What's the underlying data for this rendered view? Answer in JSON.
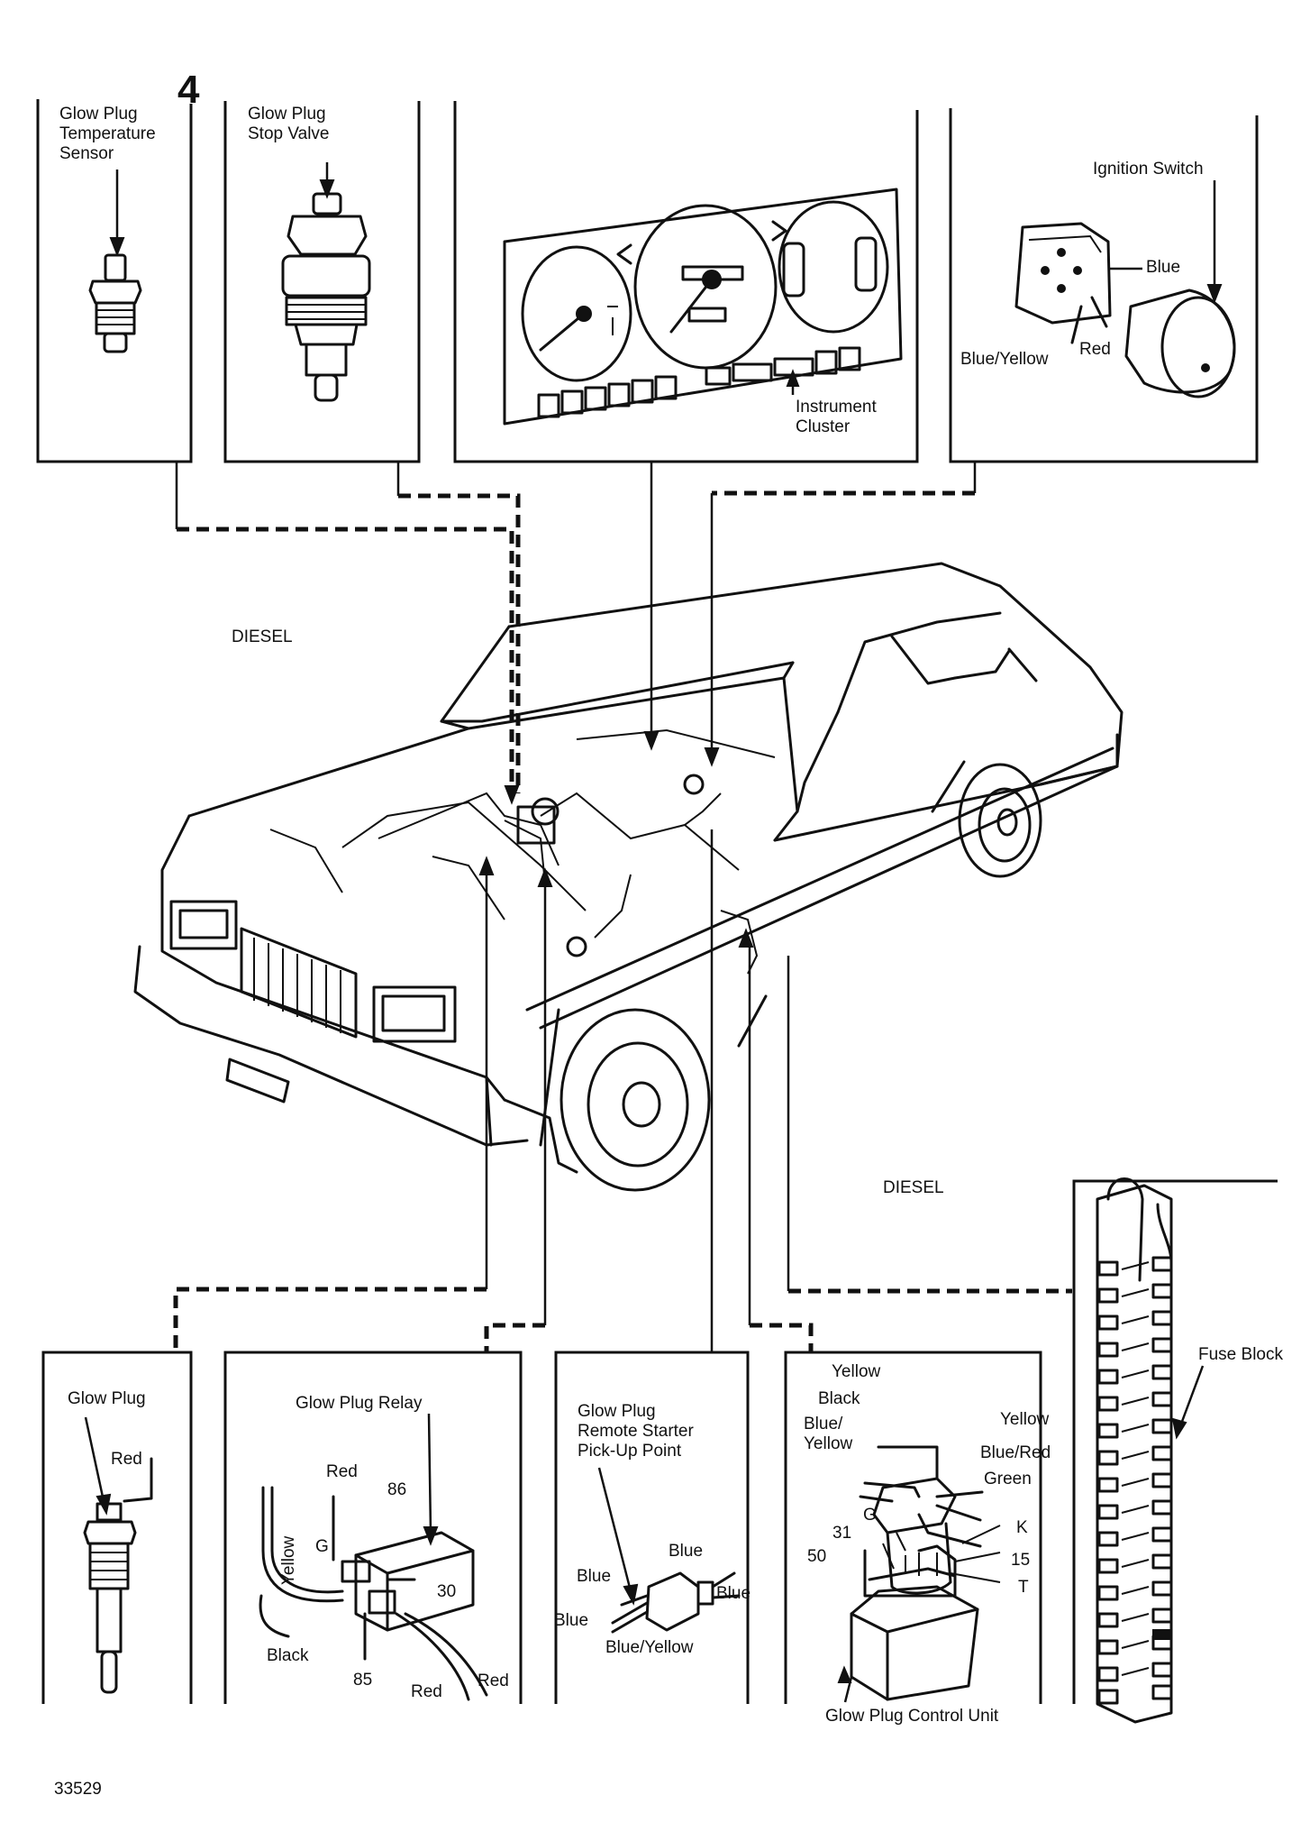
{
  "figure_number": "4",
  "figure_id": "33529",
  "diesel_label_top": "DIESEL",
  "diesel_label_right": "DIESEL",
  "panels": {
    "temp_sensor": "Glow Plug\nTemperature\nSensor",
    "stop_valve": "Glow Plug\nStop Valve",
    "instrument_cluster": "Instrument\nCluster",
    "ignition_switch": {
      "title": "Ignition Switch",
      "wires": [
        "Blue",
        "Blue/Yellow",
        "Red"
      ]
    },
    "glow_plug": {
      "title": "Glow Plug",
      "wire": "Red"
    },
    "relay": {
      "title": "Glow Plug Relay",
      "labels": [
        "Red",
        "86",
        "G",
        "Yellow",
        "30",
        "Black",
        "85",
        "Red",
        "Red"
      ]
    },
    "remote_starter": {
      "title": "Glow Plug\nRemote Starter\nPick-Up Point",
      "labels": [
        "Blue",
        "Blue",
        "Blue",
        "Blue",
        "Blue/Yellow"
      ]
    },
    "control_unit": {
      "title": "Glow Plug Control Unit",
      "wires": [
        "Yellow",
        "Black",
        "Blue/\nYellow",
        "Yellow",
        "Blue/Red",
        "Green"
      ],
      "terminals": [
        "G",
        "31",
        "K",
        "50",
        "15",
        "T"
      ]
    },
    "fuse_block": "Fuse Block"
  }
}
